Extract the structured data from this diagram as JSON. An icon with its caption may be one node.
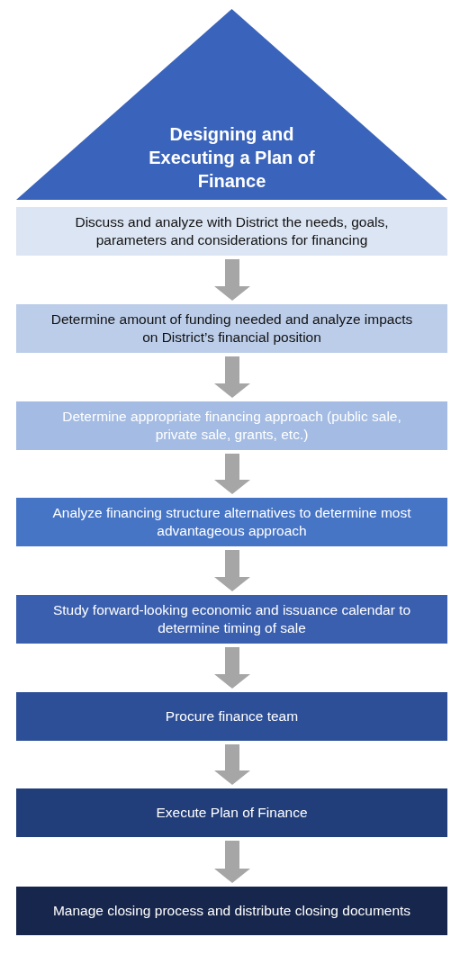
{
  "diagram": {
    "nodes": [
      {
        "text": [
          "Designing and Executing a Plan of Finance"
        ]
      },
      {
        "text": [
          "Discuss and analyze with District the needs, goals, parameters and considerations for financing"
        ]
      },
      {
        "text": [
          "Determine amount of funding needed and analyze impacts on District’s financial position"
        ]
      },
      {
        "text": [
          "Determine appropriate financing approach (public sale, private sale, grants, etc.)"
        ]
      },
      {
        "text": [
          "Analyze financing structure alternatives to determine most advantageous approach"
        ]
      },
      {
        "text": [
          "Study forward-looking economic and issuance calendar to determine timing of sale"
        ]
      },
      {
        "text": [
          "Procure finance team"
        ]
      },
      {
        "text": [
          "Execute Plan of Finance"
        ]
      },
      {
        "text": [
          "Manage closing process and distribute closing documents"
        ]
      }
    ],
    "edges": [
      {
        "from": 1,
        "to": 2,
        "arrow": "to"
      },
      {
        "from": 2,
        "to": 3,
        "arrow": "to"
      },
      {
        "from": 3,
        "to": 4,
        "arrow": "to"
      },
      {
        "from": 4,
        "to": 5,
        "arrow": "to"
      },
      {
        "from": 5,
        "to": 6,
        "arrow": "to"
      },
      {
        "from": 6,
        "to": 7,
        "arrow": "to"
      },
      {
        "from": 7,
        "to": 8,
        "arrow": "to"
      }
    ]
  }
}
